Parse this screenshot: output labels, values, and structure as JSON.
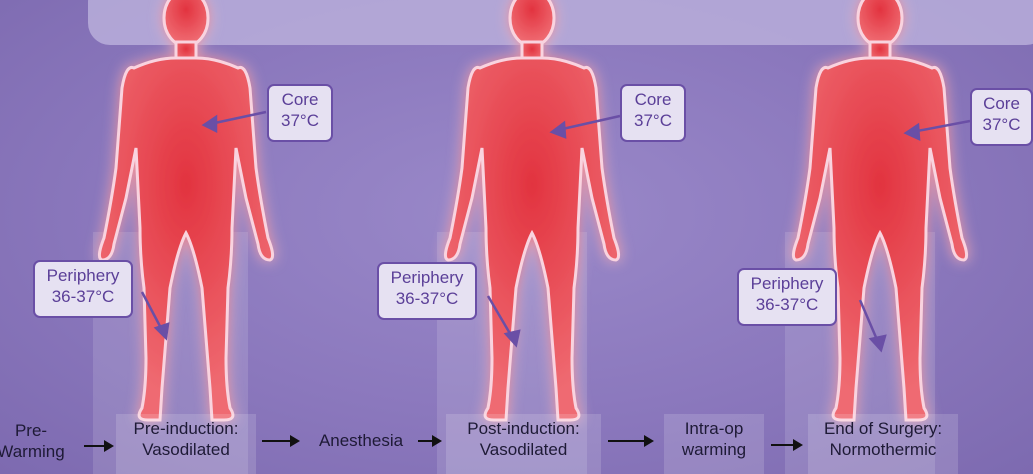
{
  "figures": [
    {
      "core": {
        "label": "Core",
        "temp": "37°C"
      },
      "periphery": {
        "label": "Periphery",
        "temp": "36-37°C"
      }
    },
    {
      "core": {
        "label": "Core",
        "temp": "37°C"
      },
      "periphery": {
        "label": "Periphery",
        "temp": "36-37°C"
      }
    },
    {
      "core": {
        "label": "Core",
        "temp": "37°C"
      },
      "periphery": {
        "label": "Periphery",
        "temp": "36-37°C"
      }
    }
  ],
  "flow": {
    "pre_warming": [
      "Pre-",
      "Warming"
    ],
    "pre_induction": [
      "Pre-induction:",
      "Vasodilated"
    ],
    "anesthesia": "Anesthesia",
    "post_induction": [
      "Post-induction:",
      "Vasodilated"
    ],
    "intra_op": [
      "Intra-op",
      "warming"
    ],
    "end_of_surgery": [
      "End of Surgery:",
      "Normothermic"
    ]
  },
  "colors": {
    "body": "#e9545e",
    "body_glow": "#f6c9d6",
    "accent": "#6a4fa6",
    "background": "#8b78bd"
  }
}
